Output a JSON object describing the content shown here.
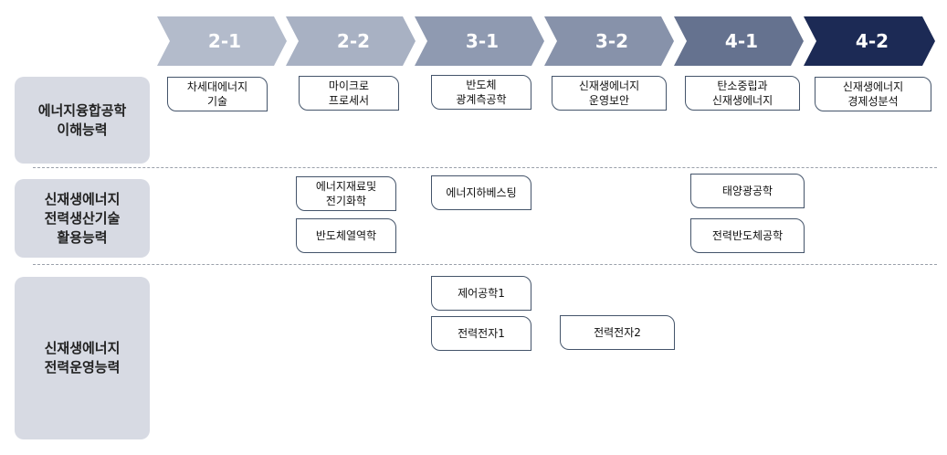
{
  "stages": [
    {
      "label": "2-1",
      "color": "#b3bbcb"
    },
    {
      "label": "2-2",
      "color": "#a8b1c3"
    },
    {
      "label": "3-1",
      "color": "#8f9ab1"
    },
    {
      "label": "3-2",
      "color": "#8792aa"
    },
    {
      "label": "4-1",
      "color": "#65728f"
    },
    {
      "label": "4-2",
      "color": "#1c2a55"
    }
  ],
  "categories": [
    {
      "label": "에너지융합공학\n이해능력"
    },
    {
      "label": "신재생에너지\n전력생산기술\n활용능력"
    },
    {
      "label": "신재생에너지\n전력운영능력"
    }
  ],
  "courses": [
    {
      "label": "차세대에너지\n기술"
    },
    {
      "label": "마이크로\n프로세서"
    },
    {
      "label": "반도체\n광계측공학"
    },
    {
      "label": "신재생에너지\n운영보안"
    },
    {
      "label": "탄소중립과\n신재생에너지"
    },
    {
      "label": "신재생에너지\n경제성분석"
    },
    {
      "label": "에너지재료및\n전기화학"
    },
    {
      "label": "반도체열역학"
    },
    {
      "label": "에너지하베스팅"
    },
    {
      "label": "태양광공학"
    },
    {
      "label": "전력반도체공학"
    },
    {
      "label": "제어공학1"
    },
    {
      "label": "전력전자1"
    },
    {
      "label": "전력전자2"
    }
  ]
}
